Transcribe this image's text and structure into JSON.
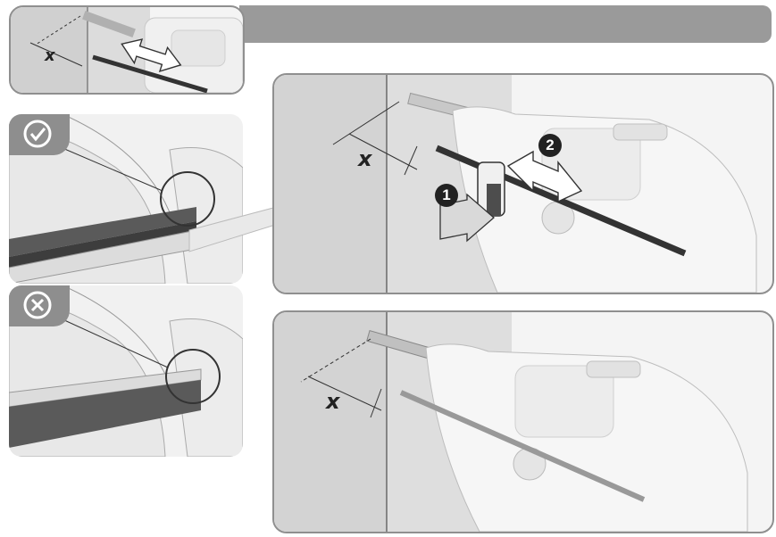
{
  "labels": {
    "depth_symbol": "x",
    "step_1": "1",
    "step_2": "2"
  },
  "icons": {
    "correct": "check-circle-icon",
    "incorrect": "cross-circle-icon"
  },
  "colors": {
    "header_bar": "#9a9a9a",
    "status_tab": "#8e8e8e",
    "badge": "#222222",
    "frame": "#8f8f8f",
    "concrete": "#d3d3d3"
  }
}
